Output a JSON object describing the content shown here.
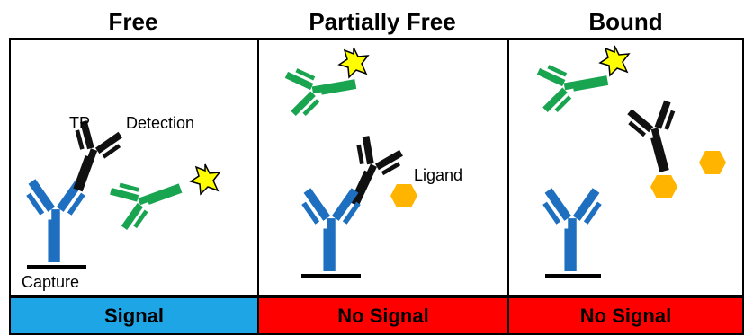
{
  "panels": [
    {
      "title": "Free",
      "status": "Signal",
      "status_color": "#1ea5e6"
    },
    {
      "title": "Partially Free",
      "status": "No Signal",
      "status_color": "#ff0000"
    },
    {
      "title": "Bound",
      "status": "No Signal",
      "status_color": "#ff0000"
    }
  ],
  "labels": {
    "tp": "TP",
    "detection": "Detection",
    "capture": "Capture",
    "ligand": "Ligand"
  },
  "colors": {
    "capture_antibody": "#1f6fc0",
    "detection_antibody": "#19a450",
    "tp_antibody": "#111111",
    "ligand": "#ffb400",
    "star": "#ffff00"
  }
}
